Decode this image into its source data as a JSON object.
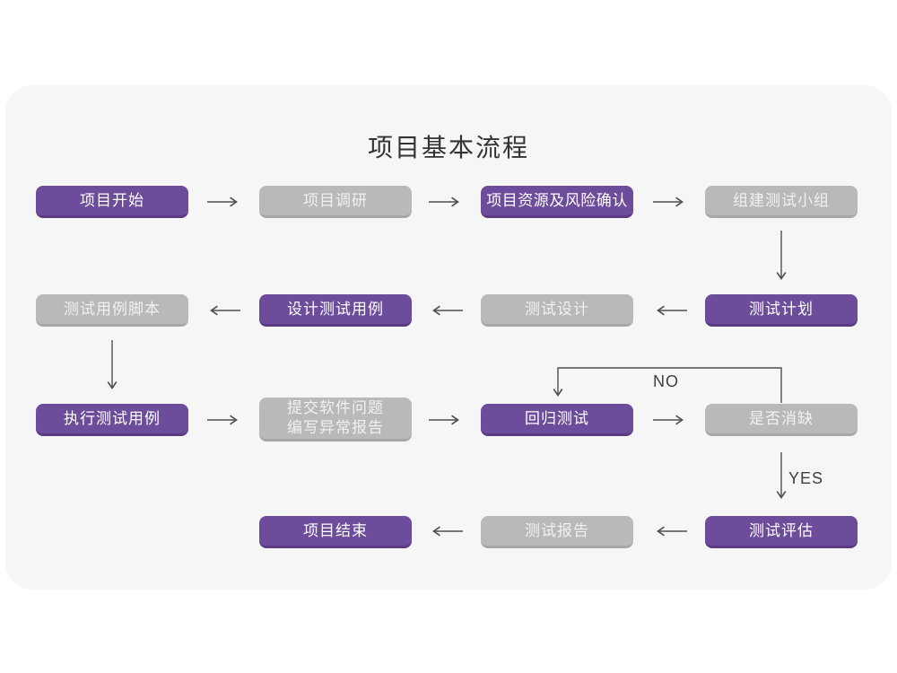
{
  "title": "项目基本流程",
  "colors": {
    "page_background": "#ffffff",
    "card_background": "#f6f6f7",
    "node_purple": "#6c4c9b",
    "node_purple_edge": "#5a3a82",
    "node_gray": "#b9b9bb",
    "node_gray_edge": "#a7a7aa",
    "node_text": "#ffffff",
    "arrow": "#4f4f51",
    "title_text": "#333333"
  },
  "nodes": [
    {
      "id": "project-start",
      "label": "项目开始",
      "variant": "purple"
    },
    {
      "id": "project-research",
      "label": "项目调研",
      "variant": "gray"
    },
    {
      "id": "project-resources-risk",
      "label": "项目资源及风险确认",
      "variant": "purple"
    },
    {
      "id": "build-test-team",
      "label": "组建测试小组",
      "variant": "gray"
    },
    {
      "id": "test-plan",
      "label": "测试计划",
      "variant": "purple"
    },
    {
      "id": "test-design",
      "label": "测试设计",
      "variant": "gray"
    },
    {
      "id": "design-test-cases",
      "label": "设计测试用例",
      "variant": "purple"
    },
    {
      "id": "test-case-script",
      "label": "测试用例脚本",
      "variant": "gray"
    },
    {
      "id": "execute-test-cases",
      "label": "执行测试用例",
      "variant": "purple"
    },
    {
      "id": "submit-issue-report",
      "label": "提交软件问题\n编写异常报告",
      "variant": "gray"
    },
    {
      "id": "regression-test",
      "label": "回归测试",
      "variant": "purple"
    },
    {
      "id": "defect-resolved",
      "label": "是否消缺",
      "variant": "gray"
    },
    {
      "id": "test-evaluation",
      "label": "测试评估",
      "variant": "purple"
    },
    {
      "id": "test-report",
      "label": "测试报告",
      "variant": "gray"
    },
    {
      "id": "project-end",
      "label": "项目结束",
      "variant": "purple"
    }
  ],
  "edge_labels": {
    "no": "NO",
    "yes": "YES"
  },
  "edges": [
    {
      "from": "project-start",
      "to": "project-research"
    },
    {
      "from": "project-research",
      "to": "project-resources-risk"
    },
    {
      "from": "project-resources-risk",
      "to": "build-test-team"
    },
    {
      "from": "build-test-team",
      "to": "test-plan"
    },
    {
      "from": "test-plan",
      "to": "test-design"
    },
    {
      "from": "test-design",
      "to": "design-test-cases"
    },
    {
      "from": "design-test-cases",
      "to": "test-case-script"
    },
    {
      "from": "test-case-script",
      "to": "execute-test-cases"
    },
    {
      "from": "execute-test-cases",
      "to": "submit-issue-report"
    },
    {
      "from": "submit-issue-report",
      "to": "regression-test"
    },
    {
      "from": "regression-test",
      "to": "defect-resolved"
    },
    {
      "from": "defect-resolved",
      "to": "regression-test",
      "label": "NO"
    },
    {
      "from": "defect-resolved",
      "to": "test-evaluation",
      "label": "YES"
    },
    {
      "from": "test-evaluation",
      "to": "test-report"
    },
    {
      "from": "test-report",
      "to": "project-end"
    }
  ]
}
